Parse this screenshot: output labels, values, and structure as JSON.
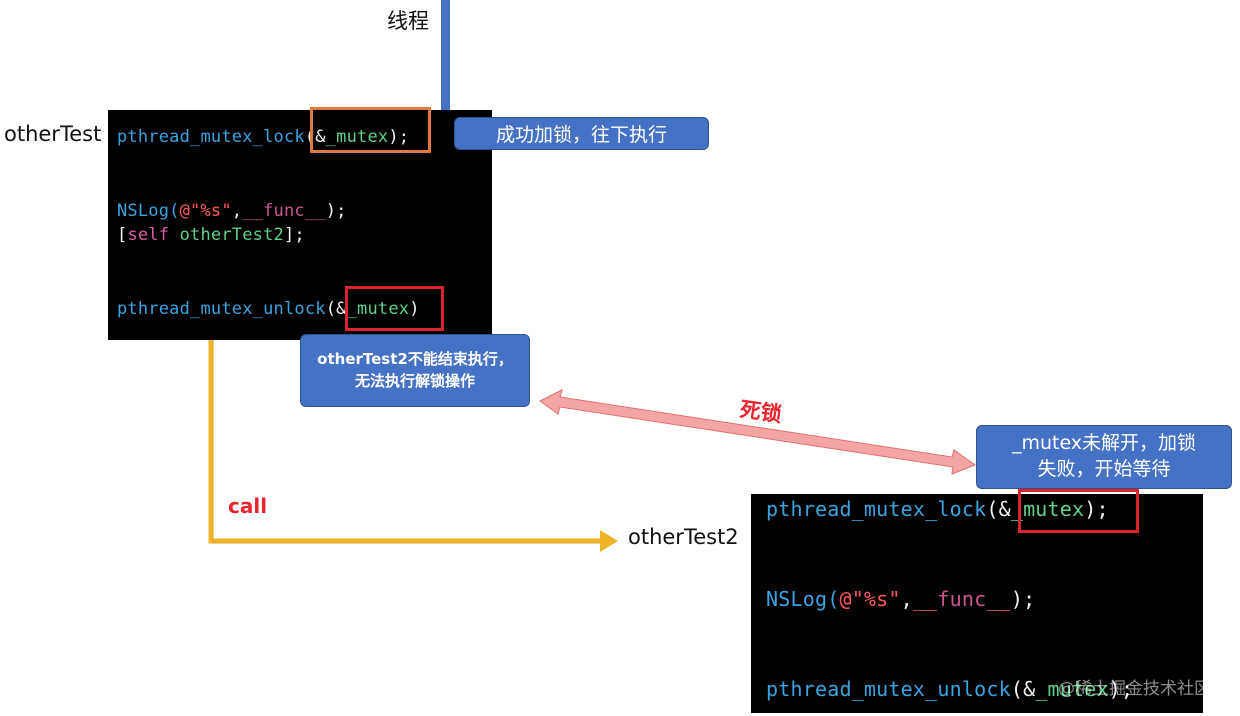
{
  "labels": {
    "thread": "线程",
    "other_test": "otherTest",
    "other_test2": "otherTest2",
    "call": "call",
    "deadlock": "死锁"
  },
  "code_block_1": {
    "lines": [
      {
        "tokens": [
          {
            "t": "pthread_mutex_lock",
            "c": "c-fn"
          },
          {
            "t": "(&",
            "c": "c-plain"
          },
          {
            "t": "_mutex",
            "c": "c-var"
          },
          {
            "t": ");",
            "c": "c-plain"
          }
        ]
      },
      {
        "tokens": [
          {
            "t": "NSLog(",
            "c": "c-fn"
          },
          {
            "t": "@\"%s\"",
            "c": "c-str"
          },
          {
            "t": ",",
            "c": "c-plain"
          },
          {
            "t": "__func__",
            "c": "c-mac"
          },
          {
            "t": ");",
            "c": "c-plain"
          }
        ]
      },
      {
        "tokens": [
          {
            "t": "[",
            "c": "c-plain"
          },
          {
            "t": "self",
            "c": "c-kw"
          },
          {
            "t": " ",
            "c": "c-plain"
          },
          {
            "t": "otherTest2",
            "c": "c-var"
          },
          {
            "t": "];",
            "c": "c-plain"
          }
        ]
      },
      {
        "tokens": [
          {
            "t": "pthread_mutex_unlock",
            "c": "c-fn"
          },
          {
            "t": "(&",
            "c": "c-plain"
          },
          {
            "t": "_mutex",
            "c": "c-var"
          },
          {
            "t": ")",
            "c": "c-plain"
          }
        ]
      }
    ]
  },
  "code_block_2": {
    "lines": [
      {
        "tokens": [
          {
            "t": "pthread_mutex_lock",
            "c": "c-fn"
          },
          {
            "t": "(&",
            "c": "c-plain"
          },
          {
            "t": "_mutex",
            "c": "c-var"
          },
          {
            "t": ");",
            "c": "c-plain"
          }
        ]
      },
      {
        "tokens": [
          {
            "t": "NSLog(",
            "c": "c-fn"
          },
          {
            "t": "@\"%s\"",
            "c": "c-str"
          },
          {
            "t": ",",
            "c": "c-plain"
          },
          {
            "t": "__func__",
            "c": "c-mac"
          },
          {
            "t": ");",
            "c": "c-plain"
          }
        ]
      },
      {
        "tokens": [
          {
            "t": "pthread_mutex_unlock",
            "c": "c-fn"
          },
          {
            "t": "(&",
            "c": "c-plain"
          },
          {
            "t": "_mutex",
            "c": "c-var"
          },
          {
            "t": ");",
            "c": "c-plain"
          }
        ]
      }
    ]
  },
  "callouts": {
    "lock_success": "成功加锁，往下执行",
    "cannot_finish_line1": "otherTest2不能结束执行，",
    "cannot_finish_line2": "无法执行解锁操作",
    "wait_line1": "_mutex未解开，加锁",
    "wait_line2": "失败，开始等待"
  },
  "watermark": "@稀土掘金技术社区",
  "colors": {
    "thread_arrow": "#4472c4",
    "call_arrow": "#f0b429",
    "deadlock_arrow": "#f4a6a6",
    "orange_box": "#e07b3c",
    "red_box": "#d9242b",
    "callout_fill": "#4472c4"
  }
}
